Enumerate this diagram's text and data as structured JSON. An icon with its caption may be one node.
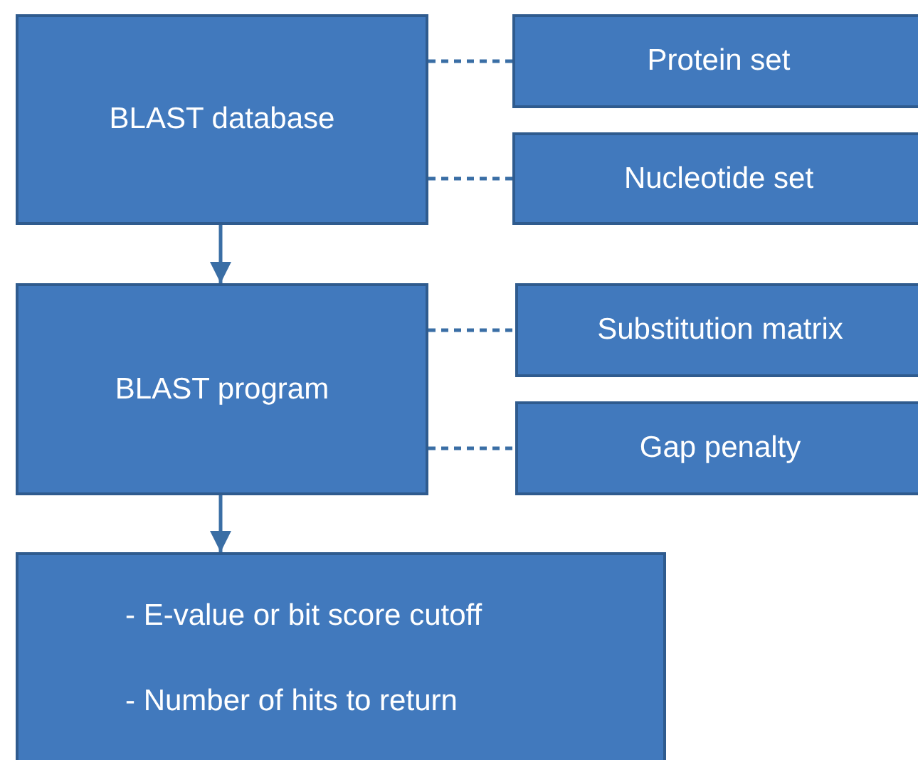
{
  "diagram": {
    "nodes": [
      {
        "text": [
          "BLAST database"
        ]
      },
      {
        "text": [
          "Protein set"
        ]
      },
      {
        "text": [
          "Nucleotide set"
        ]
      },
      {
        "text": [
          "BLAST program"
        ]
      },
      {
        "text": [
          "Substitution matrix"
        ]
      },
      {
        "text": [
          "Gap penalty"
        ]
      },
      {
        "text": [
          "- E-value or bit score cutoff",
          "- Number of hits to return"
        ]
      }
    ],
    "edges": [
      {
        "from": 0,
        "to": 1,
        "arrow": "none",
        "style": "dashed"
      },
      {
        "from": 0,
        "to": 2,
        "arrow": "none",
        "style": "dashed"
      },
      {
        "from": 0,
        "to": 3,
        "arrow": "to"
      },
      {
        "from": 3,
        "to": 4,
        "arrow": "none",
        "style": "dashed"
      },
      {
        "from": 3,
        "to": 5,
        "arrow": "none",
        "style": "dashed"
      },
      {
        "from": 3,
        "to": 6,
        "arrow": "to"
      }
    ]
  }
}
